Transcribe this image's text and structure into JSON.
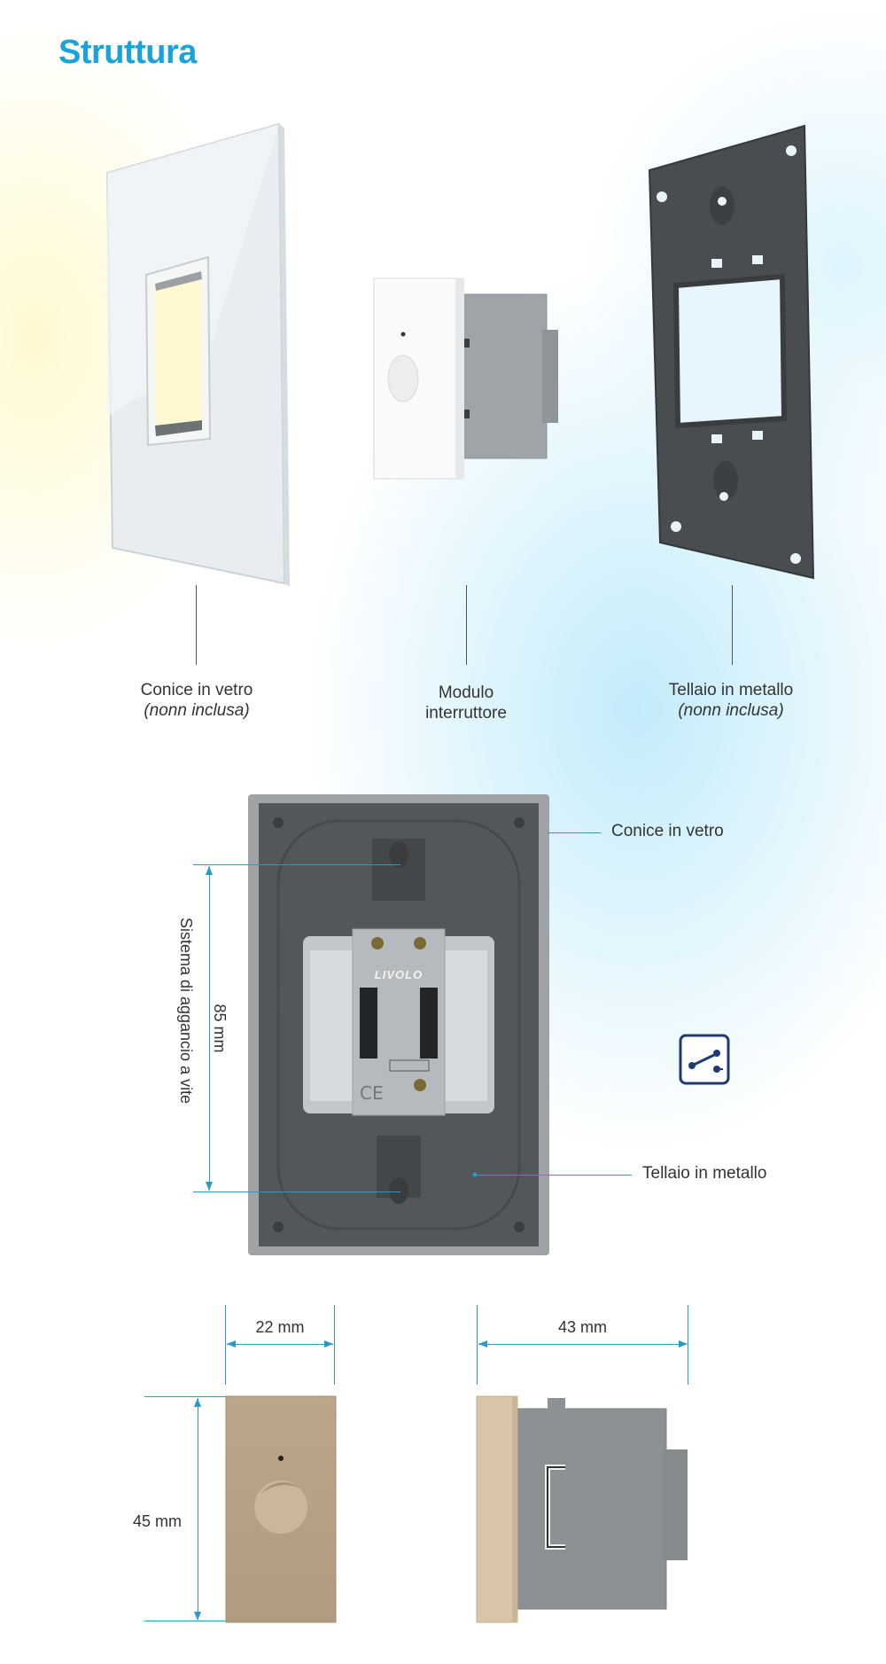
{
  "title": "Struttura",
  "components": {
    "glass_cover": {
      "name": "Conice in vetro",
      "note": "(nonn inclusa)"
    },
    "switch_module": {
      "name_line1": "Modulo",
      "name_line2": "interruttore"
    },
    "metal_frame": {
      "name": "Tellaio in metallo",
      "note": "(nonn inclusa)"
    }
  },
  "assembly": {
    "glass_callout": "Conice in vetro",
    "frame_callout": "Tellaio in metallo",
    "mount_label": "Sistema di aggancio a vite",
    "height_label": "85 mm",
    "module_brand": "LIVOLO",
    "switch_icon": "two-way-switch-icon"
  },
  "dimensions": {
    "width": "22 mm",
    "depth": "43 mm",
    "height": "45 mm"
  },
  "colors": {
    "accent": "#1aa3d9",
    "dimension_line": "#2a9ac9",
    "icon_navy": "#1f3a6e",
    "gold_module": "#b9a286"
  }
}
